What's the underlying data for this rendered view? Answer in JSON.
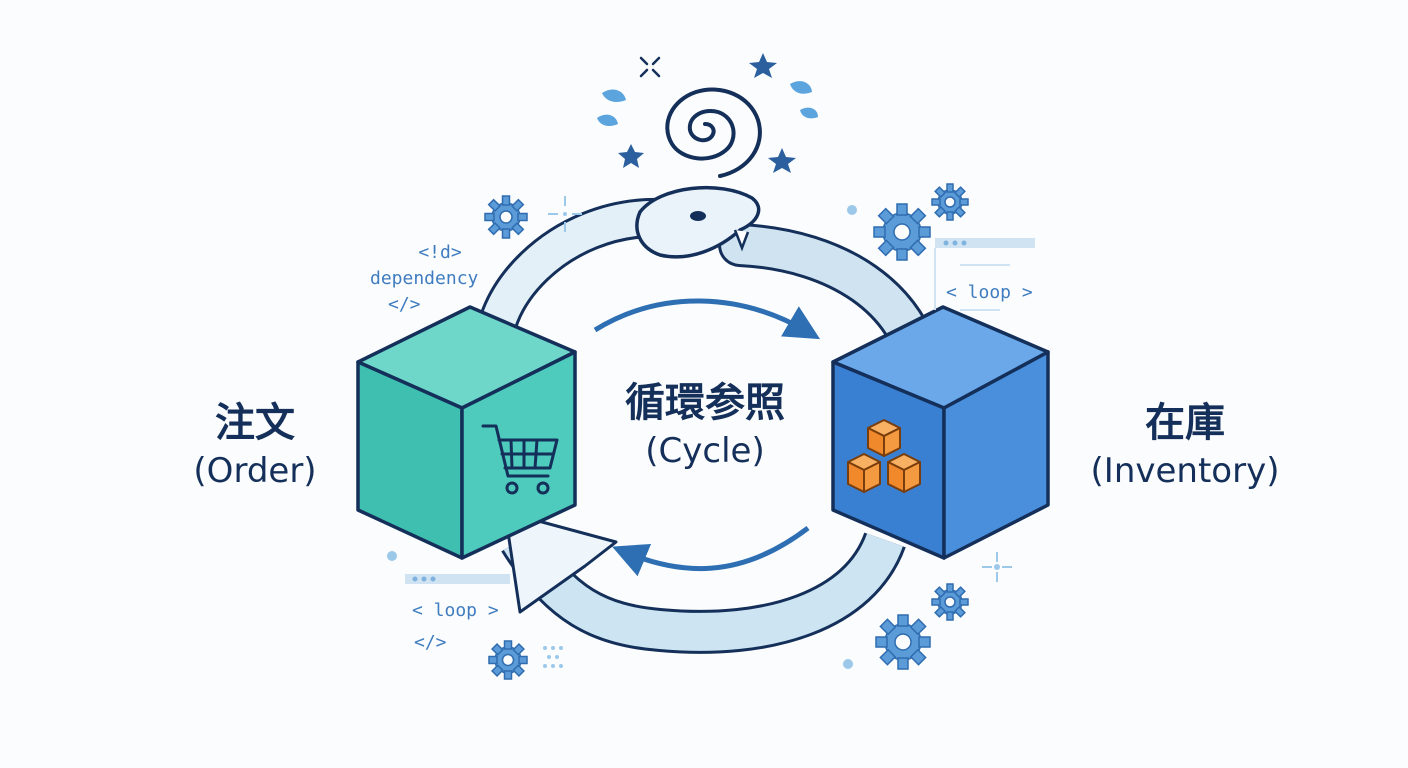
{
  "colors": {
    "navy": "#14305a",
    "order_cube": "#45c7b7",
    "inventory_cube": "#3f86d8",
    "snake": "#dcecf6",
    "arrow": "#cde4f2",
    "accent": "#2e6fb3",
    "boxes": "#f4953a"
  },
  "order": {
    "title": "注文",
    "subtitle": "(Order)",
    "icon": "shopping-cart-icon"
  },
  "inventory": {
    "title": "在庫",
    "subtitle": "(Inventory)",
    "icon": "stacked-boxes-icon"
  },
  "cycle": {
    "title": "循環参照",
    "subtitle": "(Cycle)"
  },
  "code_snippets": {
    "top_left": {
      "open": "<!d>",
      "word": "dependency",
      "close": "</>"
    },
    "top_right": {
      "text": "< loop >"
    },
    "bottom_left": {
      "text": "< loop >",
      "close": "</>"
    }
  },
  "decorations": [
    "spiral-icon",
    "star-icon",
    "sparkle-icon",
    "droplet-icon",
    "gear-icon",
    "snake-icon"
  ]
}
